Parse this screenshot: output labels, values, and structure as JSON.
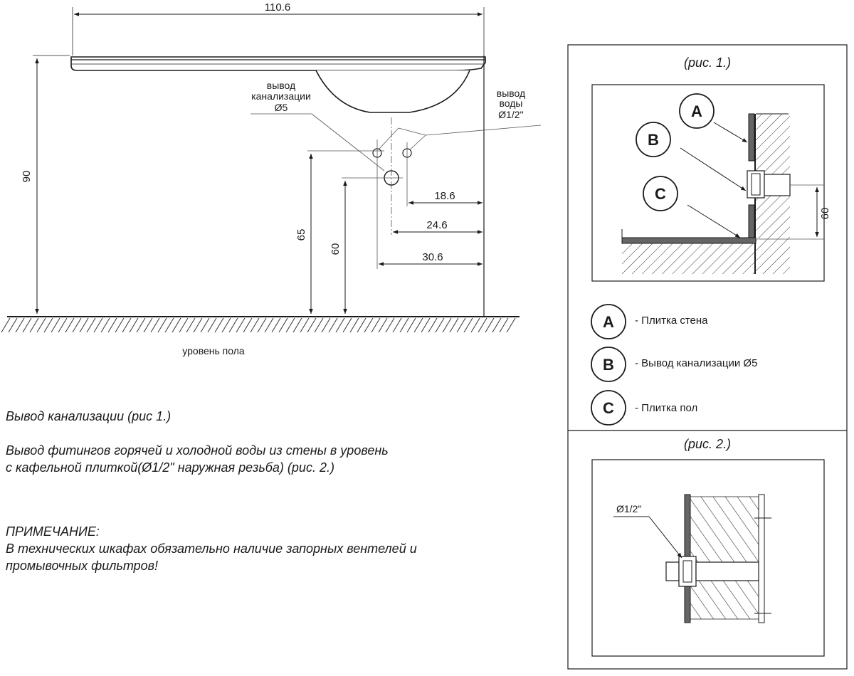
{
  "main_drawing": {
    "dim_width": "110.6",
    "dim_height_total": "90",
    "dim_65": "65",
    "dim_60": "60",
    "dim_18_6": "18.6",
    "dim_24_6": "24.6",
    "dim_30_6": "30.6",
    "sewer_label_line1": "вывод",
    "sewer_label_line2": "канализации",
    "sewer_label_line3": "Ø5",
    "water_label_line1": "вывод",
    "water_label_line2": "воды",
    "water_label_line3": "Ø1/2''",
    "floor_label": "уровень пола"
  },
  "fig1": {
    "caption": "(рис. 1.)",
    "marker_a": "A",
    "marker_b": "B",
    "marker_c": "C",
    "dim_60": "60",
    "legend": [
      {
        "key": "A",
        "text": "- Плитка стена"
      },
      {
        "key": "B",
        "text": "- Вывод канализации   Ø5"
      },
      {
        "key": "C",
        "text": "- Плитка пол"
      }
    ]
  },
  "fig2": {
    "caption": "(рис. 2.)",
    "pipe_label": "Ø1/2''"
  },
  "notes": {
    "line1": "Вывод канализации (рис 1.)",
    "line2a": "Вывод фитингов горячей и холодной воды из стены в уровень",
    "line2b": "с кафельной плиткой(Ø1/2\" наружная резьба) (рис. 2.)",
    "note_title": "ПРИМЕЧАНИЕ:",
    "note_a": "В технических шкафах обязательно наличие запорных вентелей и",
    "note_b": "промывочных фильтров!"
  }
}
